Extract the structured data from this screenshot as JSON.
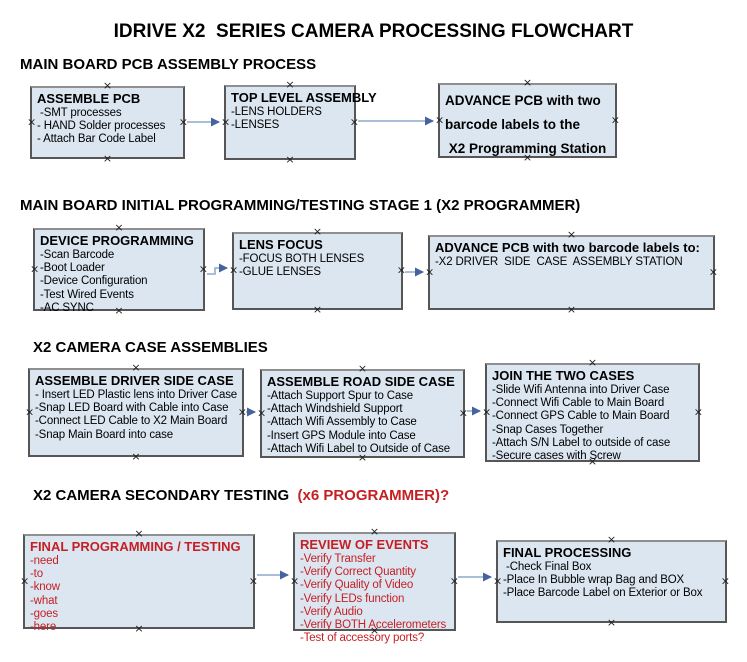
{
  "title": "IDRIVE X2  SERIES CAMERA PROCESSING FLOWCHART",
  "marker_glyph": "×",
  "colors": {
    "box_fill": "#dce6f1",
    "box_border": "#565656",
    "arrow_line": "#9fb4d2",
    "arrow_head": "#44639f",
    "red_text": "#c51f24",
    "black_text": "#000000",
    "background": "#ffffff"
  },
  "sections": [
    {
      "heading": "MAIN BOARD PCB ASSEMBLY PROCESS",
      "boxes": [
        {
          "title": "ASSEMBLE PCB",
          "items": [
            " -SMT processes",
            "- HAND Solder processes",
            "- Attach Bar Code Label"
          ]
        },
        {
          "title": "TOP LEVEL ASSEMBLY",
          "items": [
            "-LENS HOLDERS",
            "-LENSES"
          ]
        },
        {
          "title": "ADVANCE PCB with two\nbarcode labels to the\n X2 Programming Station",
          "items": []
        }
      ]
    },
    {
      "heading": "MAIN BOARD INITIAL PROGRAMMING/TESTING STAGE 1 (X2 PROGRAMMER)",
      "boxes": [
        {
          "title": "DEVICE PROGRAMMING",
          "items": [
            "-Scan Barcode",
            "-Boot Loader",
            "-Device Configuration",
            "-Test Wired Events",
            "-AC SYNC"
          ]
        },
        {
          "title": "LENS FOCUS",
          "items": [
            "-FOCUS BOTH LENSES",
            "-GLUE LENSES"
          ]
        },
        {
          "title": "ADVANCE PCB with two barcode labels to:",
          "items": [
            "-X2 DRIVER  SIDE  CASE  ASSEMBLY STATION"
          ]
        }
      ]
    },
    {
      "heading": "X2 CAMERA CASE ASSEMBLIES",
      "boxes": [
        {
          "title": "ASSEMBLE DRIVER SIDE CASE",
          "items": [
            "- Insert LED Plastic lens into Driver Case",
            "-Snap LED Board with Cable into Case",
            "-Connect LED Cable to X2 Main Board",
            "-Snap Main Board into case"
          ]
        },
        {
          "title": "ASSEMBLE ROAD SIDE CASE",
          "items": [
            "-Attach Support Spur to Case",
            "-Attach Windshield Support",
            "-Attach Wifi Assembly to Case",
            "-Insert GPS Module into Case",
            "-Attach Wifi Label to Outside of Case"
          ]
        },
        {
          "title": "JOIN THE TWO CASES",
          "items": [
            "-Slide Wifi Antenna into Driver Case",
            "-Connect Wifi Cable to Main Board",
            "-Connect GPS Cable to Main Board",
            "-Snap Cases Together",
            "-Attach S/N Label to outside of case",
            "-Secure cases with Screw"
          ]
        }
      ]
    },
    {
      "heading": "X2 CAMERA SECONDARY TESTING  ",
      "heading_red": "(x6 PROGRAMMER)?",
      "boxes": [
        {
          "title": "FINAL PROGRAMMING / TESTING",
          "items": [
            "-need",
            "-to",
            "-know",
            "-what",
            "-goes",
            "-here"
          ]
        },
        {
          "title": "REVIEW OF EVENTS",
          "items": [
            "-Verify Transfer",
            "-Verify Correct Quantity",
            "-Verify Quality of Video",
            "-Verify LEDs function",
            "-Verify Audio",
            "-Verify BOTH Accelerometers",
            "-Test of accessory ports?"
          ]
        },
        {
          "title": "FINAL PROCESSING",
          "items": [
            " -Check Final Box",
            "-Place In Bubble wrap Bag and BOX",
            "-Place Barcode Label on Exterior or Box"
          ]
        }
      ]
    }
  ]
}
